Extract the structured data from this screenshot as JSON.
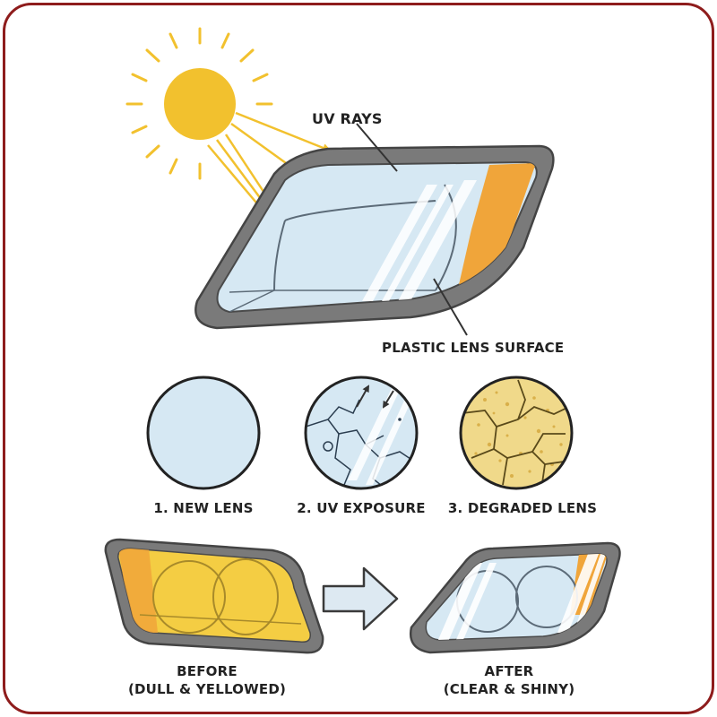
{
  "labels": {
    "uv_rays": "UV RAYS",
    "plastic_lens_surface": "PLASTIC LENS SURFACE"
  },
  "stages": [
    {
      "label": "1. NEW LENS"
    },
    {
      "label": "2. UV EXPOSURE"
    },
    {
      "label": "3. DEGRADED LENS"
    }
  ],
  "before": {
    "line1": "BEFORE",
    "line2": "(DULL & YELLOWED)"
  },
  "after": {
    "line1": "AFTER",
    "line2": "(CLEAR & SHINY)"
  },
  "colors": {
    "frame": "#8e1c1c",
    "sun": "#f2c12e",
    "housing": "#7a7a7a",
    "lens_clear": "#d6e8f3",
    "lens_yellow": "#f4cd43",
    "amber": "#f0a53a"
  }
}
